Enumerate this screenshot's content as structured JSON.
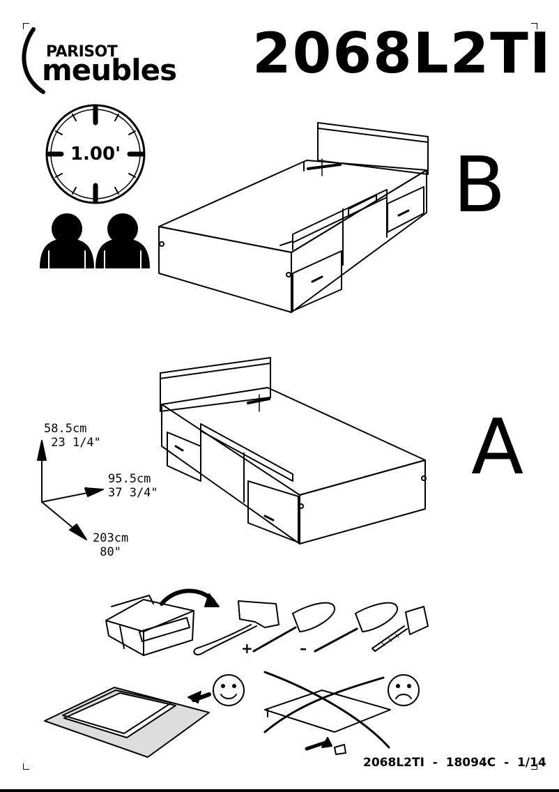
{
  "header": {
    "logo_top": "PARISOT",
    "logo_bottom": "meubles",
    "model_code": "2068L2TI"
  },
  "assembly": {
    "time_label": "1.00'",
    "people_required": 2
  },
  "views": {
    "top_label": "B",
    "bottom_label": "A"
  },
  "dimensions": {
    "height_cm": "58.5cm",
    "height_in": "23 1/4\"",
    "width_cm": "95.5cm",
    "width_in": "37 3/4\"",
    "length_cm": "203cm",
    "length_in": "80\""
  },
  "tools": {
    "plus_sign": "+",
    "minus_sign": "–",
    "icons": [
      "toolbox-icon",
      "hammer-icon",
      "phillips-screwdriver-icon",
      "flat-screwdriver-icon",
      "tape-measure-icon"
    ]
  },
  "guidance": {
    "good_icon": "smiley-happy-icon",
    "bad_icon": "smiley-sad-icon"
  },
  "footer": {
    "reference": "2068L2TI  -  18094C  -  1/14"
  }
}
